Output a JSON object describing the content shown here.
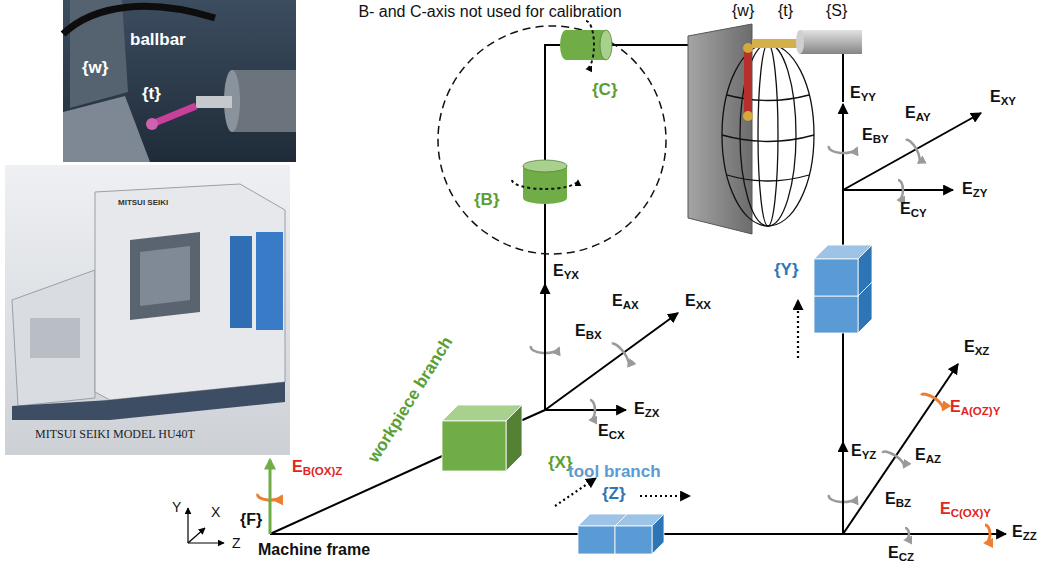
{
  "diagram": {
    "nodes": [
      {
        "text": [
          "B- and C-axis not used for calibration"
        ]
      },
      {
        "text": [
          "{B}"
        ],
        "in": 0
      },
      {
        "text": [
          "{C}"
        ],
        "in": 0
      },
      {
        "text": [
          "{X}"
        ]
      },
      {
        "text": [
          "{Z}"
        ]
      },
      {
        "text": [
          "{Y}"
        ]
      }
    ],
    "edges": [
      {
        "from": 3,
        "to": 1,
        "arrow": "none"
      },
      {
        "from": 1,
        "to": 2,
        "arrow": "none"
      },
      {
        "from": 4,
        "to": 5,
        "arrow": "none"
      }
    ],
    "labels": [
      "{w}",
      "ballbar",
      "{t}",
      "MITSUI SEIKI",
      "MITSUI SEIKI MODEL HU40T",
      "{w}",
      "{t}",
      "{S}",
      "EYY",
      "EAY",
      "EXY",
      "EBY",
      "EZY",
      "ECY",
      "EYX",
      "EAX",
      "EXX",
      "EBX",
      "EZX",
      "ECX",
      "EA(OZ)Y",
      "EXZ",
      "EAZ",
      "EYZ",
      "EBZ",
      "ECZ",
      "EC(OX)Y",
      "EZZ",
      "EB(OX)Z",
      "workpiece branch",
      "tool branch",
      "Machine frame",
      "{F}",
      "Y",
      "X",
      "Z"
    ]
  }
}
